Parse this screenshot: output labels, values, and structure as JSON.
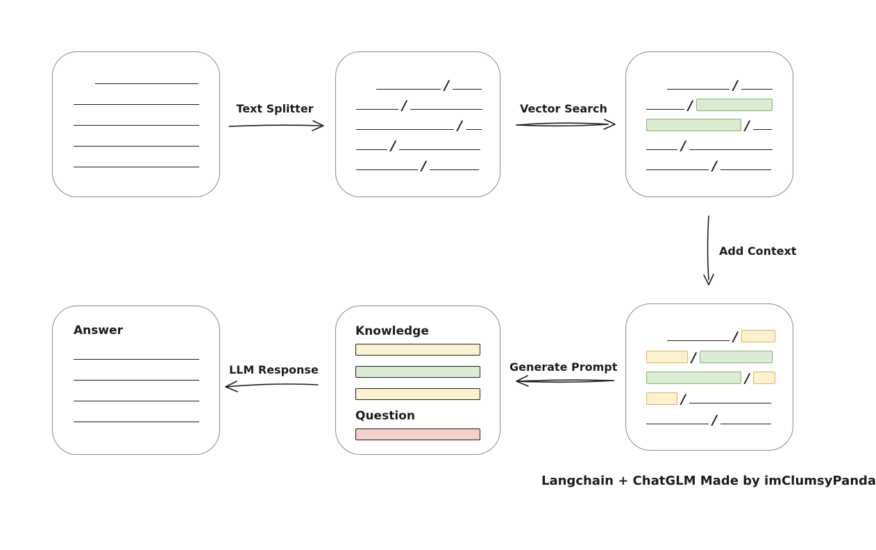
{
  "palette": {
    "line_color": "#1b1b1b",
    "box_border": "#8a8a8a",
    "green_fill": "#dcebd4",
    "green_border": "#82b366",
    "yellow_fill": "#fdf2d0",
    "yellow_border": "#d6b656",
    "red_fill": "#f5cfcb",
    "red_border": "#b85450"
  },
  "arrows": {
    "text_splitter": {
      "label": "Text Splitter"
    },
    "vector_search": {
      "label": "Vector Search"
    },
    "add_context": {
      "label": "Add Context"
    },
    "generate_prompt": {
      "label": "Generate Prompt"
    },
    "llm_response": {
      "label": "LLM Response"
    }
  },
  "nodes": {
    "document": {
      "rows": [
        [
          {
            "t": "pad",
            "w": 31
          },
          {
            "t": "line",
            "w": 149
          }
        ],
        [
          {
            "t": "line",
            "w": 181
          }
        ],
        [
          {
            "t": "line",
            "w": 181
          }
        ],
        [
          {
            "t": "line",
            "w": 181
          }
        ],
        [
          {
            "t": "line",
            "w": 181
          }
        ]
      ]
    },
    "split_chunks": {
      "rows": [
        [
          {
            "t": "pad",
            "w": 29
          },
          {
            "t": "line",
            "w": 93
          },
          {
            "t": "slash"
          },
          {
            "t": "line",
            "w": 42
          }
        ],
        [
          {
            "t": "line",
            "w": 61
          },
          {
            "t": "slash"
          },
          {
            "t": "line",
            "w": 104
          }
        ],
        [
          {
            "t": "line",
            "w": 141
          },
          {
            "t": "slash"
          },
          {
            "t": "line",
            "w": 23
          }
        ],
        [
          {
            "t": "line",
            "w": 45
          },
          {
            "t": "slash"
          },
          {
            "t": "line",
            "w": 117
          }
        ],
        [
          {
            "t": "line",
            "w": 89
          },
          {
            "t": "slash"
          },
          {
            "t": "line",
            "w": 71
          }
        ]
      ]
    },
    "vector_matched": {
      "rows": [
        [
          {
            "t": "pad",
            "w": 30
          },
          {
            "t": "line",
            "w": 90
          },
          {
            "t": "slash"
          },
          {
            "t": "line",
            "w": 45
          }
        ],
        [
          {
            "t": "line",
            "w": 55
          },
          {
            "t": "slash"
          },
          {
            "t": "hl",
            "c": "green",
            "w": 110
          }
        ],
        [
          {
            "t": "hl",
            "c": "green",
            "w": 137
          },
          {
            "t": "slash"
          },
          {
            "t": "line",
            "w": 27
          }
        ],
        [
          {
            "t": "line",
            "w": 45
          },
          {
            "t": "slash"
          },
          {
            "t": "line",
            "w": 120
          }
        ],
        [
          {
            "t": "line",
            "w": 90
          },
          {
            "t": "slash"
          },
          {
            "t": "line",
            "w": 73
          }
        ]
      ]
    },
    "context_chunks": {
      "rows": [
        [
          {
            "t": "pad",
            "w": 30
          },
          {
            "t": "line",
            "w": 90
          },
          {
            "t": "slash"
          },
          {
            "t": "hl",
            "c": "yellow",
            "w": 49
          }
        ],
        [
          {
            "t": "hl",
            "c": "yellow",
            "w": 60
          },
          {
            "t": "slash"
          },
          {
            "t": "hl",
            "c": "green",
            "w": 105
          }
        ],
        [
          {
            "t": "hl",
            "c": "green",
            "w": 137
          },
          {
            "t": "slash"
          },
          {
            "t": "hl",
            "c": "yellow",
            "w": 32
          }
        ],
        [
          {
            "t": "hl",
            "c": "yellow",
            "w": 45
          },
          {
            "t": "slash"
          },
          {
            "t": "line",
            "w": 118
          }
        ],
        [
          {
            "t": "line",
            "w": 90
          },
          {
            "t": "slash"
          },
          {
            "t": "line",
            "w": 73
          }
        ]
      ]
    },
    "prompt": {
      "knowledge_label": "Knowledge",
      "question_label": "Question",
      "knowledge_bars": [
        "yellow",
        "green",
        "yellow"
      ],
      "question_bars": [
        "red"
      ]
    },
    "answer": {
      "label": "Answer",
      "rows": [
        [
          {
            "t": "line",
            "w": 181
          }
        ],
        [
          {
            "t": "line",
            "w": 181
          }
        ],
        [
          {
            "t": "line",
            "w": 181
          }
        ],
        [
          {
            "t": "line",
            "w": 181
          }
        ]
      ]
    }
  },
  "footer": {
    "caption": "Langchain + ChatGLM Made by imClumsyPanda"
  }
}
